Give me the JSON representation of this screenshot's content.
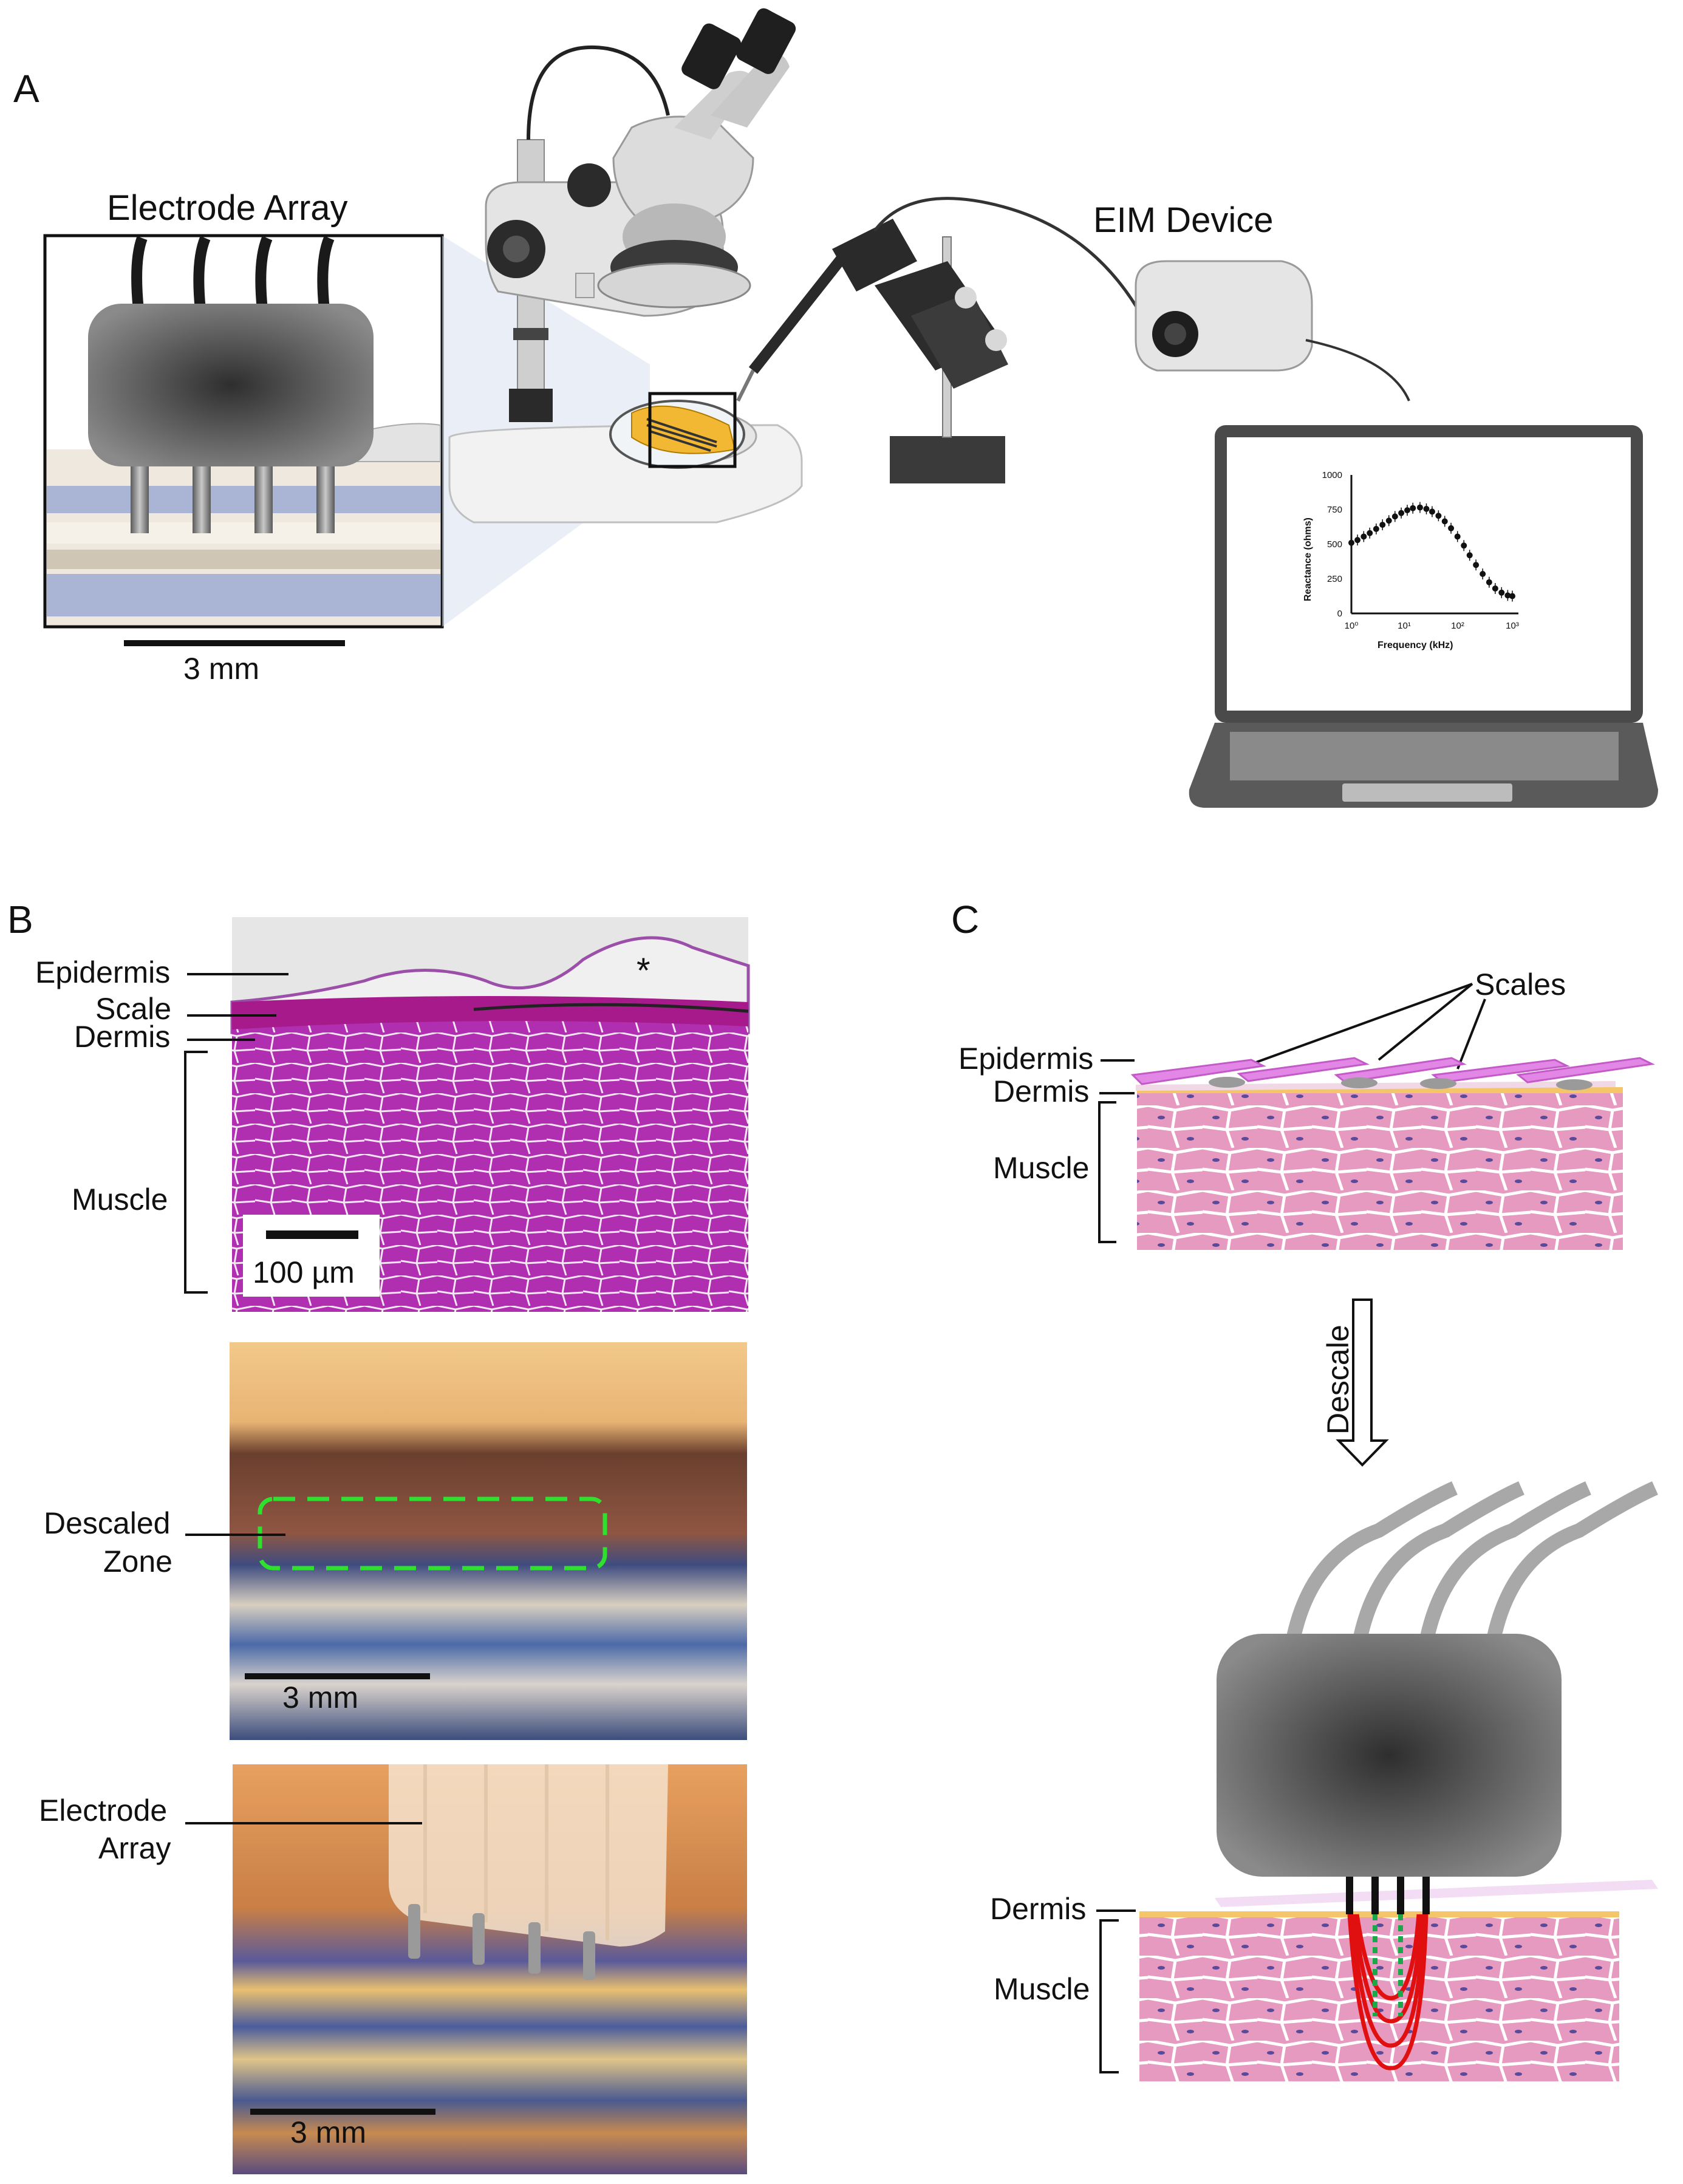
{
  "panel_a": {
    "letter": "A",
    "electrode_array_title": "Electrode Array",
    "scale_bar": "3 mm",
    "eim_device_title": "EIM Device",
    "plot": {
      "y_axis_label": "Reactance (ohms)",
      "x_axis_label": "Frequency (kHz)",
      "y_ticks": [
        "0",
        "250",
        "500",
        "750",
        "1000"
      ],
      "x_ticks": [
        "10⁰",
        "10¹",
        "10²",
        "10³"
      ]
    }
  },
  "panel_b": {
    "letter": "B",
    "histology_labels": {
      "epidermis": "Epidermis",
      "scale": "Scale",
      "dermis": "Dermis",
      "muscle": "Muscle",
      "asterisk": "*",
      "scale_bar": "100 µm"
    },
    "photo1": {
      "label_line1": "Descaled",
      "label_line2": "Zone",
      "scale_bar": "3 mm"
    },
    "photo2": {
      "label_line1": "Electrode",
      "label_line2": "Array",
      "scale_bar": "3 mm"
    }
  },
  "panel_c": {
    "letter": "C",
    "scales": "Scales",
    "epidermis": "Epidermis",
    "dermis_top": "Dermis",
    "muscle_top": "Muscle",
    "arrow_label": "Descale",
    "dermis_bottom": "Dermis",
    "muscle_bottom": "Muscle"
  },
  "chart_data": {
    "type": "scatter",
    "title": "",
    "xlabel": "Frequency (kHz)",
    "ylabel": "Reactance (ohms)",
    "x_scale": "log",
    "xlim": [
      1,
      1000
    ],
    "ylim": [
      0,
      1000
    ],
    "x_ticks": [
      1,
      10,
      100,
      1000
    ],
    "y_ticks": [
      0,
      250,
      500,
      750,
      1000
    ],
    "series": [
      {
        "points": [
          [
            1,
            510
          ],
          [
            1.3,
            530
          ],
          [
            1.7,
            555
          ],
          [
            2.2,
            580
          ],
          [
            2.9,
            610
          ],
          [
            3.8,
            640
          ],
          [
            5,
            670
          ],
          [
            6.5,
            700
          ],
          [
            8.5,
            725
          ],
          [
            11,
            745
          ],
          [
            14,
            760
          ],
          [
            19,
            765
          ],
          [
            25,
            755
          ],
          [
            32,
            735
          ],
          [
            42,
            705
          ],
          [
            55,
            665
          ],
          [
            72,
            615
          ],
          [
            95,
            555
          ],
          [
            125,
            490
          ],
          [
            160,
            420
          ],
          [
            210,
            350
          ],
          [
            280,
            285
          ],
          [
            370,
            225
          ],
          [
            480,
            180
          ],
          [
            630,
            150
          ],
          [
            820,
            130
          ],
          [
            1000,
            125
          ]
        ]
      }
    ]
  }
}
